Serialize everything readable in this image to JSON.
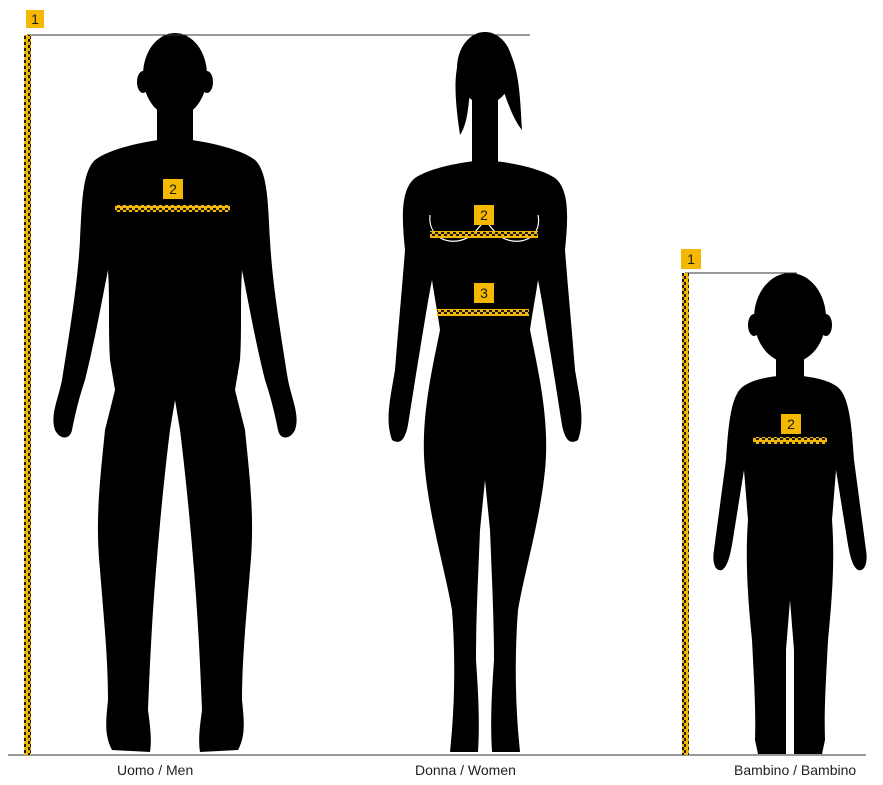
{
  "colors": {
    "silhouette": "#000000",
    "tape": "#f2b705",
    "badge": "#f5b800",
    "line": "#333333"
  },
  "badges": {
    "men_height": "1",
    "men_chest": "2",
    "women_bust": "2",
    "women_waist": "3",
    "child_height": "1",
    "child_chest": "2"
  },
  "captions": {
    "men": "Uomo / Men",
    "women": "Donna / Women",
    "child": "Bambino / Bambino"
  }
}
